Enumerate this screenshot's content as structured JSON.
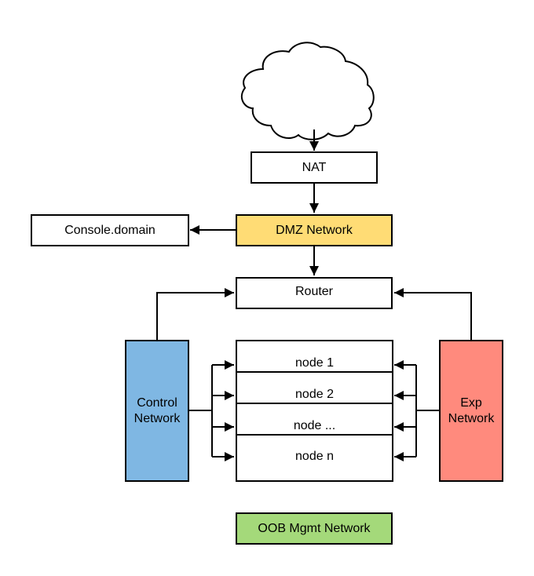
{
  "diagram": {
    "title": "",
    "colors": {
      "dmz": "#ffdc75",
      "control": "#7fb7e3",
      "exp": "#ff8a7d",
      "oob": "#a4d97a",
      "stroke": "#000000"
    },
    "nodes": {
      "internet": {
        "label": "",
        "shape": "cloud"
      },
      "nat": {
        "label": "NAT"
      },
      "dmz": {
        "label": "DMZ Network"
      },
      "console": {
        "label": "Console.domain"
      },
      "router": {
        "label": "Router"
      },
      "control": {
        "label_line1": "Control",
        "label_line2": "Network"
      },
      "exp": {
        "label_line1": "Exp",
        "label_line2": "Network"
      },
      "cluster": [
        {
          "label": "node 1"
        },
        {
          "label": "node 2"
        },
        {
          "label": "node ..."
        },
        {
          "label": "node n"
        }
      ],
      "oob": {
        "label": "OOB Mgmt Network"
      }
    },
    "edges": [
      {
        "from": "internet",
        "to": "nat"
      },
      {
        "from": "nat",
        "to": "dmz"
      },
      {
        "from": "dmz",
        "to": "console"
      },
      {
        "from": "dmz",
        "to": "router"
      },
      {
        "from": "control",
        "to": "router"
      },
      {
        "from": "exp",
        "to": "router"
      },
      {
        "from": "control",
        "to": "node 1"
      },
      {
        "from": "control",
        "to": "node 2"
      },
      {
        "from": "control",
        "to": "node ..."
      },
      {
        "from": "control",
        "to": "node n"
      },
      {
        "from": "exp",
        "to": "node 1"
      },
      {
        "from": "exp",
        "to": "node 2"
      },
      {
        "from": "exp",
        "to": "node ..."
      },
      {
        "from": "exp",
        "to": "node n"
      }
    ]
  }
}
